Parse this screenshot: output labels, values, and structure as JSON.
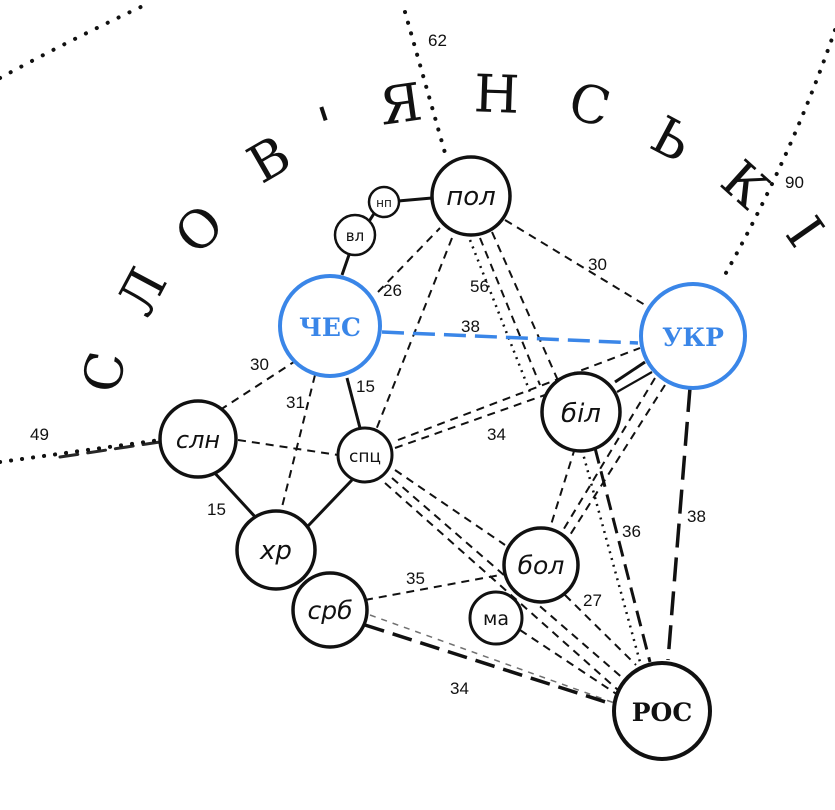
{
  "title_letters": [
    "С",
    "Л",
    "О",
    "В",
    "'",
    "Я",
    "Н",
    "С",
    "Ь",
    "К",
    "І"
  ],
  "colors": {
    "ink": "#111111",
    "highlight": "#3a86e8"
  },
  "nodes": {
    "pol": "пол",
    "np": "нп",
    "vl": "вл",
    "ches": "ЧЕС",
    "ukr": "УКР",
    "bil": "біл",
    "sln": "слн",
    "spc": "спц",
    "khr": "хр",
    "bol": "бол",
    "srb": "срб",
    "ma": "ма",
    "ros": "РОС"
  },
  "edge_labels": {
    "d62": "62",
    "d90": "90",
    "d49": "49",
    "ches_pol": "26",
    "pol_bil": "56",
    "pol_ukr": "30",
    "ches_ukr": "38",
    "ches_sln": "30",
    "ches_khr": "31",
    "ches_spc": "15",
    "spc_bil": "34",
    "sln_khr": "15",
    "bil_ros": "36",
    "ukr_ros": "38",
    "srb_bol": "35",
    "bol_ros": "27",
    "srb_ros": "34"
  }
}
